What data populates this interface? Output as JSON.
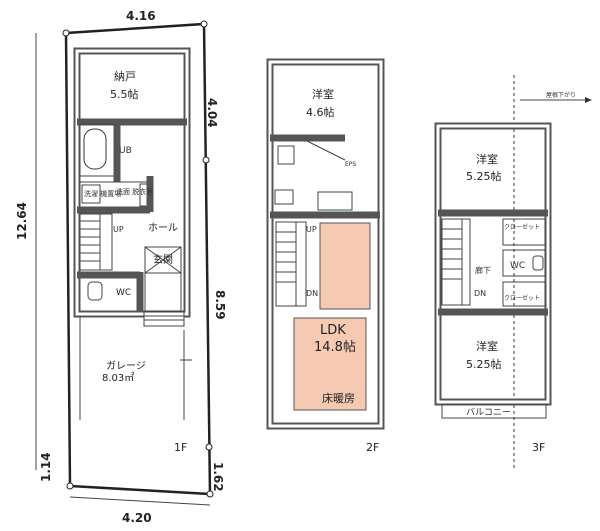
{
  "dimensions": {
    "top_width": "4.16",
    "right_top": "4.04",
    "left_height": "12.64",
    "right_mid": "8.59",
    "bottom_left": "1.14",
    "bottom_right": "1.62",
    "bottom_width": "4.20"
  },
  "floor1": {
    "label": "1F",
    "nando": "納戸",
    "nando_size": "5.5帖",
    "ub": "UB",
    "washer": "洗濯\n機置場",
    "dressing": "洗面\n脱衣室",
    "up": "UP",
    "hall": "ホール",
    "entrance": "玄関",
    "wc": "WC",
    "garage": "ガレージ",
    "garage_size": "8.03㎡"
  },
  "floor2": {
    "label": "2F",
    "room": "洋室",
    "room_size": "4.6帖",
    "up": "UP",
    "dn": "DN",
    "ldk": "LDK",
    "ldk_size": "14.8帖",
    "floor_heating": "床暖房",
    "eps": "EPS"
  },
  "floor3": {
    "label": "3F",
    "room_top": "洋室",
    "room_top_size": "5.25帖",
    "closet1": "クローゼット",
    "corridor": "廊下",
    "wc": "WC",
    "dn": "DN",
    "closet2": "クローゼット",
    "room_bottom": "洋室",
    "room_bottom_size": "5.25帖",
    "balcony": "バルコニー",
    "roof_note": "屋根下がり"
  },
  "colors": {
    "wall": "#555555",
    "floor_heating": "#f6c9b3",
    "stair": "#e9a892"
  }
}
